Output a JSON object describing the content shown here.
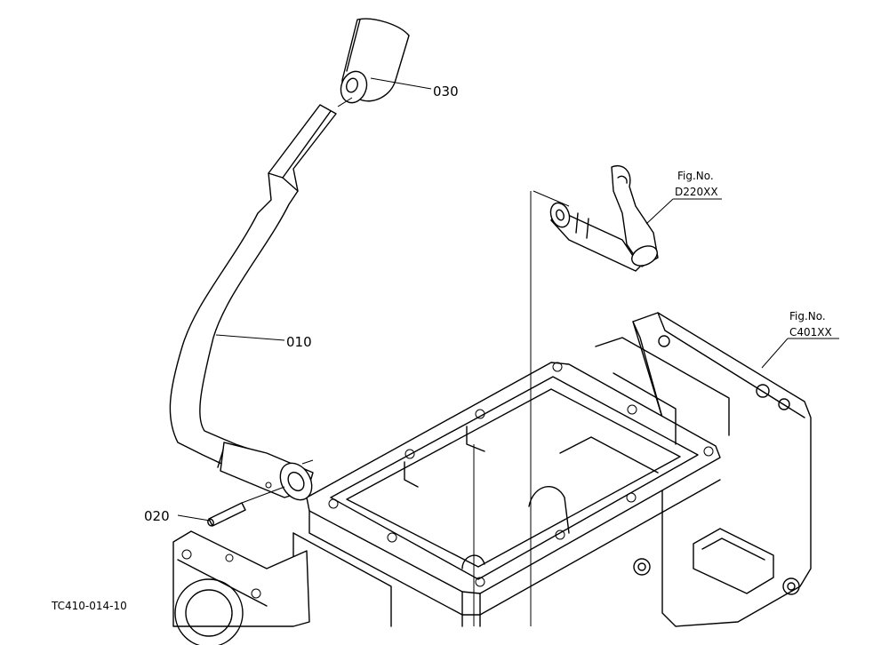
{
  "callouts": {
    "knob": "030",
    "lever": "010",
    "pin": "020"
  },
  "refs": {
    "shaft_fig_label": "Fig.No.",
    "shaft_fig_no": "D220XX",
    "case_fig_label": "Fig.No.",
    "case_fig_no": "C401XX"
  },
  "drawing_id": "TC410-014-10"
}
